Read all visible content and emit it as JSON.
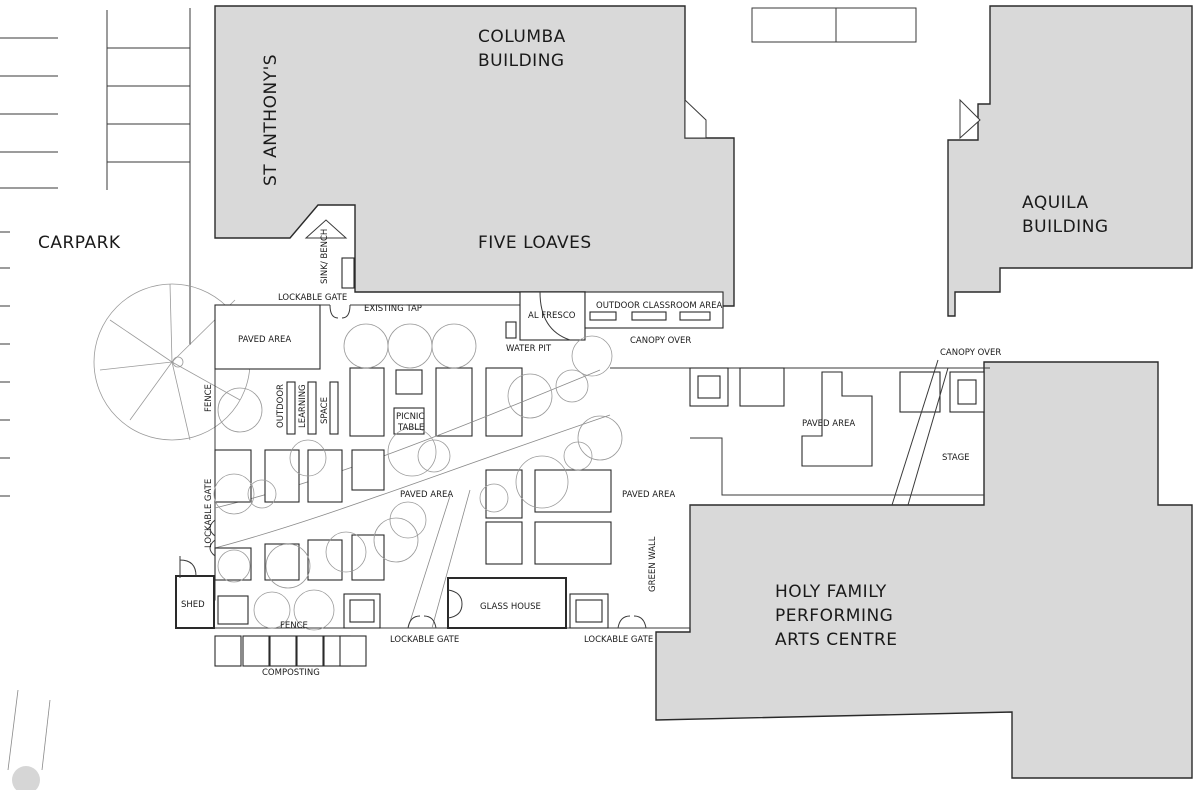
{
  "buildings": {
    "columba": [
      "COLUMBA",
      "BUILDING"
    ],
    "st_anthonys": "ST ANTHONY'S",
    "five_loaves": "FIVE LOAVES",
    "aquila": [
      "AQUILA",
      "BUILDING"
    ],
    "holy_family": [
      "HOLY FAMILY",
      "PERFORMING",
      "ARTS CENTRE"
    ]
  },
  "areas": {
    "carpark": "CARPARK"
  },
  "labels": {
    "lockable_gate_top": "LOCKABLE GATE",
    "existing_tap": "EXISTING TAP",
    "sink_bench": "SINK/ BENCH",
    "paved_area_nw": "PAVED AREA",
    "al_fresco": "AL FRESCO",
    "outdoor_classroom": "OUTDOOR CLASSROOM AREA",
    "water_pit": "WATER PIT",
    "canopy_over_1": "CANOPY OVER",
    "canopy_over_2": "CANOPY OVER",
    "paved_area_east": "PAVED AREA",
    "stage": "STAGE",
    "fence_west": "FENCE",
    "outdoor_learning_space": [
      "OUTDOOR",
      "LEARNING",
      "SPACE"
    ],
    "picnic_table": [
      "PICNIC",
      "TABLE"
    ],
    "paved_area_mid": "PAVED AREA",
    "paved_area_se": "PAVED AREA",
    "lockable_gate_west": "LOCKABLE GATE",
    "green_wall": "GREEN WALL",
    "shed": "SHED",
    "fence_south": "FENCE",
    "glass_house": "GLASS HOUSE",
    "lockable_gate_south1": "LOCKABLE GATE",
    "lockable_gate_south2": "LOCKABLE GATE",
    "composting": "COMPOSTING"
  }
}
